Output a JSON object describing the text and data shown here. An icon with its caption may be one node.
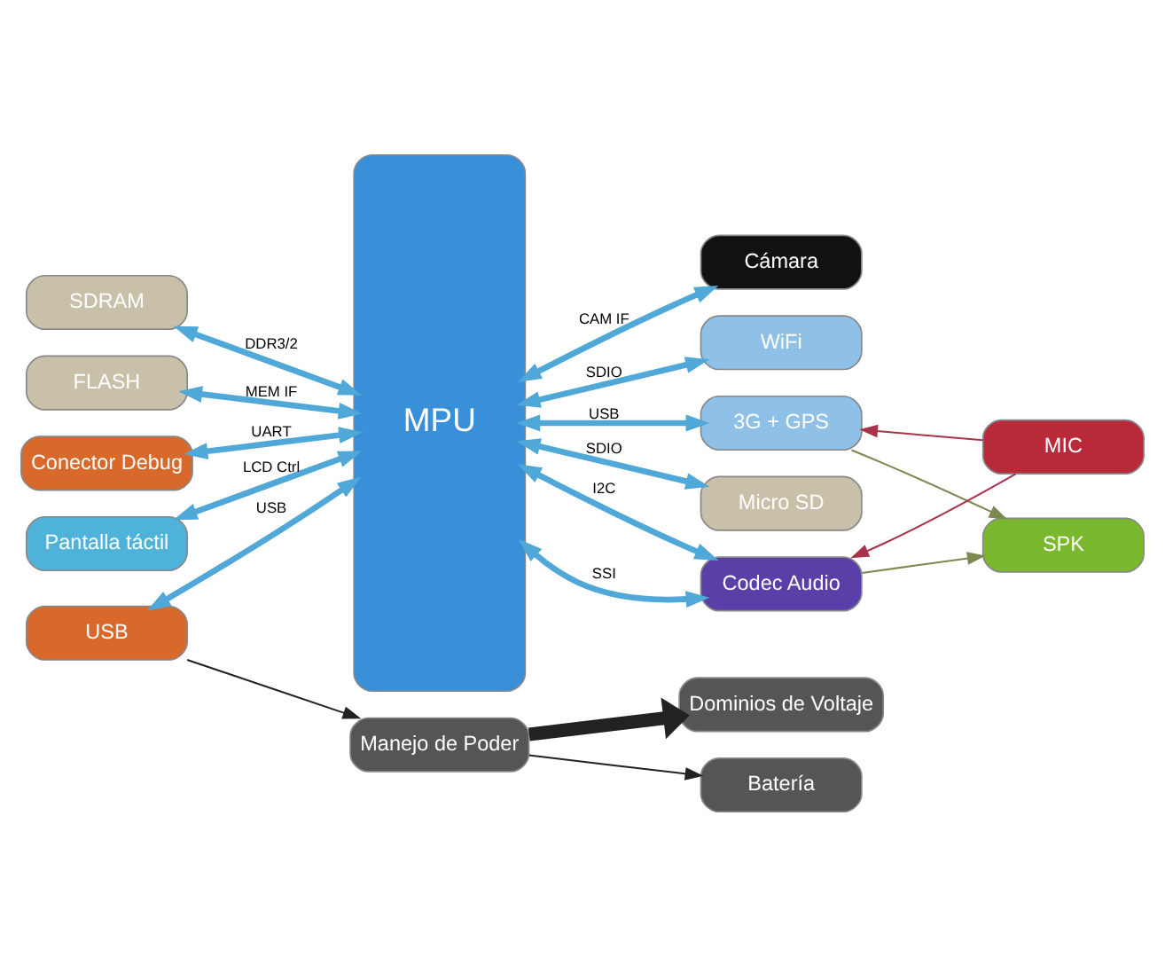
{
  "diagram": {
    "nodes": [
      {
        "text": [
          "MPU"
        ]
      },
      {
        "text": [
          "SDRAM"
        ]
      },
      {
        "text": [
          "FLASH"
        ]
      },
      {
        "text": [
          "Conector Debug"
        ]
      },
      {
        "text": [
          "Pantalla táctil"
        ]
      },
      {
        "text": [
          "USB"
        ]
      },
      {
        "text": [
          "Manejo de Poder"
        ]
      },
      {
        "text": [
          "Dominios de Voltaje"
        ]
      },
      {
        "text": [
          "Batería"
        ]
      },
      {
        "text": [
          "WiFi"
        ]
      },
      {
        "text": [
          "3G + GPS"
        ]
      },
      {
        "text": [
          "Codec Audio"
        ]
      },
      {
        "text": [
          "MIC"
        ]
      },
      {
        "text": [
          "SPK"
        ]
      },
      {
        "text": [
          "Micro SD"
        ]
      },
      {
        "text": [
          "Cámara"
        ]
      }
    ],
    "edges": [
      {
        "from": 1,
        "to": 0,
        "arrow": "both",
        "label": "DDR3/2"
      },
      {
        "from": 2,
        "to": 0,
        "arrow": "both",
        "label": "MEM IF"
      },
      {
        "from": 3,
        "to": 0,
        "arrow": "both",
        "label": "UART"
      },
      {
        "from": 4,
        "to": 0,
        "arrow": "both",
        "label": "LCD Ctrl"
      },
      {
        "from": 5,
        "to": 0,
        "arrow": "both",
        "label": "USB"
      },
      {
        "from": 5,
        "to": 6,
        "arrow": "to",
        "color": "#222222"
      },
      {
        "from": 6,
        "to": 7,
        "arrow": "to",
        "style": "thick",
        "color": "#222222"
      },
      {
        "from": 6,
        "to": 8,
        "arrow": "to",
        "color": "#222222"
      },
      {
        "from": 0,
        "to": 9,
        "arrow": "both",
        "label": "SDIO"
      },
      {
        "from": 0,
        "to": 10,
        "arrow": "both",
        "label": "USB"
      },
      {
        "from": 0,
        "to": 11,
        "arrow": "both",
        "label": "SSI"
      },
      {
        "from": 0,
        "to": 11,
        "arrow": "both",
        "label": "I2C"
      },
      {
        "from": 12,
        "to": 10,
        "arrow": "to",
        "color": "#a8344a"
      },
      {
        "from": 12,
        "to": 11,
        "arrow": "to",
        "color": "#a8344a"
      },
      {
        "from": 10,
        "to": 13,
        "arrow": "to",
        "color": "#7a8a50"
      },
      {
        "from": 11,
        "to": 13,
        "arrow": "to",
        "color": "#7a8a50"
      },
      {
        "from": 0,
        "to": 14,
        "arrow": "both",
        "label": "SDIO"
      },
      {
        "from": 0,
        "to": 15,
        "arrow": "both",
        "label": "CAM IF"
      }
    ]
  }
}
